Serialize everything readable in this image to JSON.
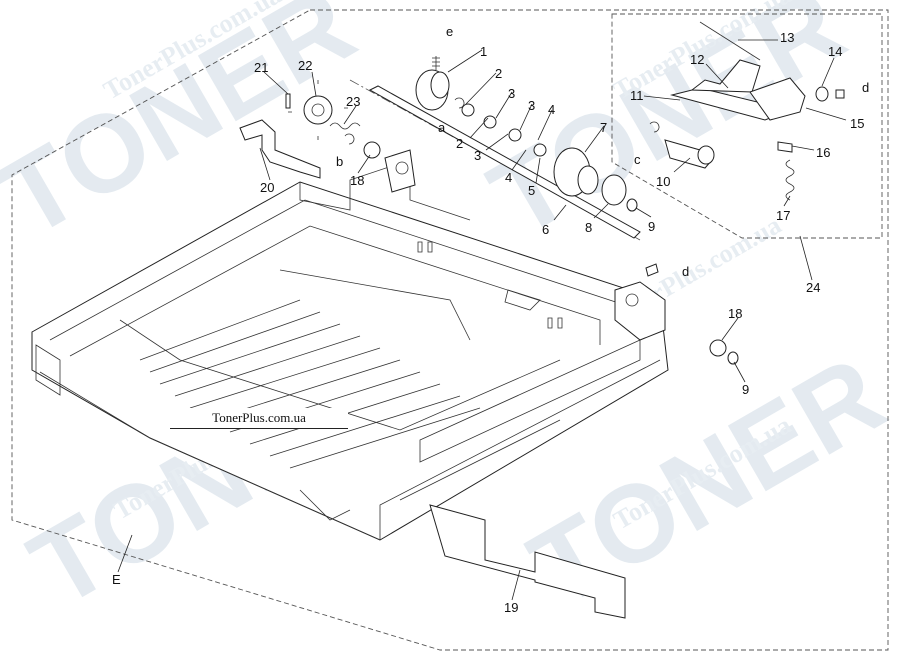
{
  "watermark": {
    "brand": "TONER",
    "url": "TonerPlus.com.ua"
  },
  "caption": "TonerPlus.com.ua",
  "callouts": [
    "1",
    "2",
    "2",
    "3",
    "3",
    "3",
    "4",
    "4",
    "5",
    "6",
    "7",
    "8",
    "9",
    "9",
    "10",
    "11",
    "12",
    "13",
    "14",
    "15",
    "16",
    "17",
    "18",
    "18",
    "19",
    "20",
    "21",
    "22",
    "23",
    "24",
    "a",
    "b",
    "c",
    "d",
    "d",
    "e",
    "E"
  ]
}
